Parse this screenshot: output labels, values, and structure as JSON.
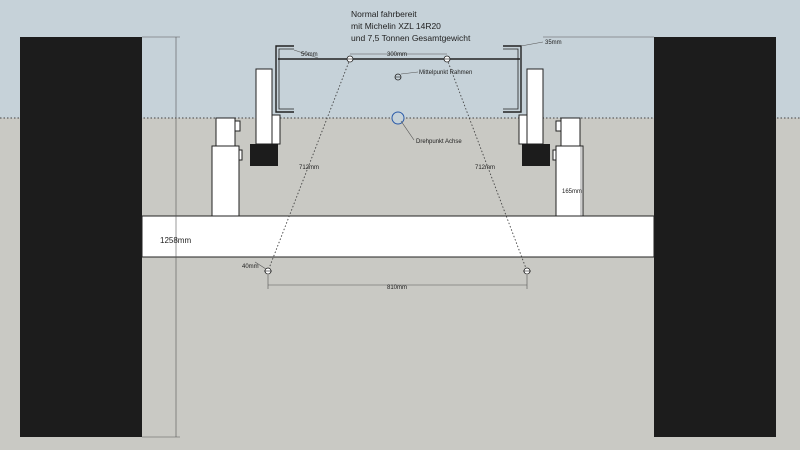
{
  "title": {
    "line1": "Normal fahrbereit",
    "line2": "mit Michelin XZL 14R20",
    "line3": "und 7,5 Tonnen Gesamtgewicht"
  },
  "labels": {
    "frame_center": "Mittelpunkt Rahmen",
    "axle_pivot": "Drehpunkt Achse"
  },
  "dimensions": {
    "frame_flange": "50mm",
    "top_pivot_spacing": "300mm",
    "right_top": "35mm",
    "left_link": "712mm",
    "right_link": "712mm",
    "spring_height": "165mm",
    "overall_height": "1258mm",
    "bottom_offset": "40mm",
    "bottom_pivot_spacing": "810mm"
  },
  "colors": {
    "sky": "#c6d2d9",
    "ground": "#c9c9c4",
    "tire": "#1c1c1c",
    "part": "#ffffff",
    "line": "#222222"
  }
}
